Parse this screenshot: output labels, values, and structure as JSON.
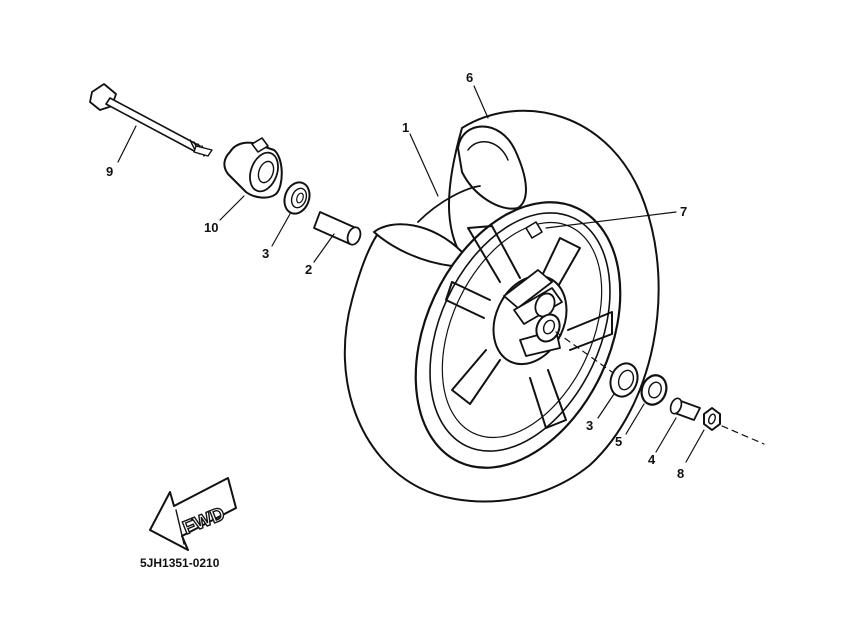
{
  "callouts": [
    {
      "key": "c1",
      "label": "1"
    },
    {
      "key": "c2",
      "label": "2"
    },
    {
      "key": "c3a",
      "label": "3"
    },
    {
      "key": "c3b",
      "label": "3"
    },
    {
      "key": "c4",
      "label": "4"
    },
    {
      "key": "c5",
      "label": "5"
    },
    {
      "key": "c6",
      "label": "6"
    },
    {
      "key": "c7",
      "label": "7"
    },
    {
      "key": "c8",
      "label": "8"
    },
    {
      "key": "c9",
      "label": "9"
    },
    {
      "key": "c10",
      "label": "10"
    }
  ],
  "direction_label": "FWD",
  "part_number": "5JH1351-0210",
  "colors": {
    "ink": "#111111",
    "paper": "#ffffff"
  }
}
